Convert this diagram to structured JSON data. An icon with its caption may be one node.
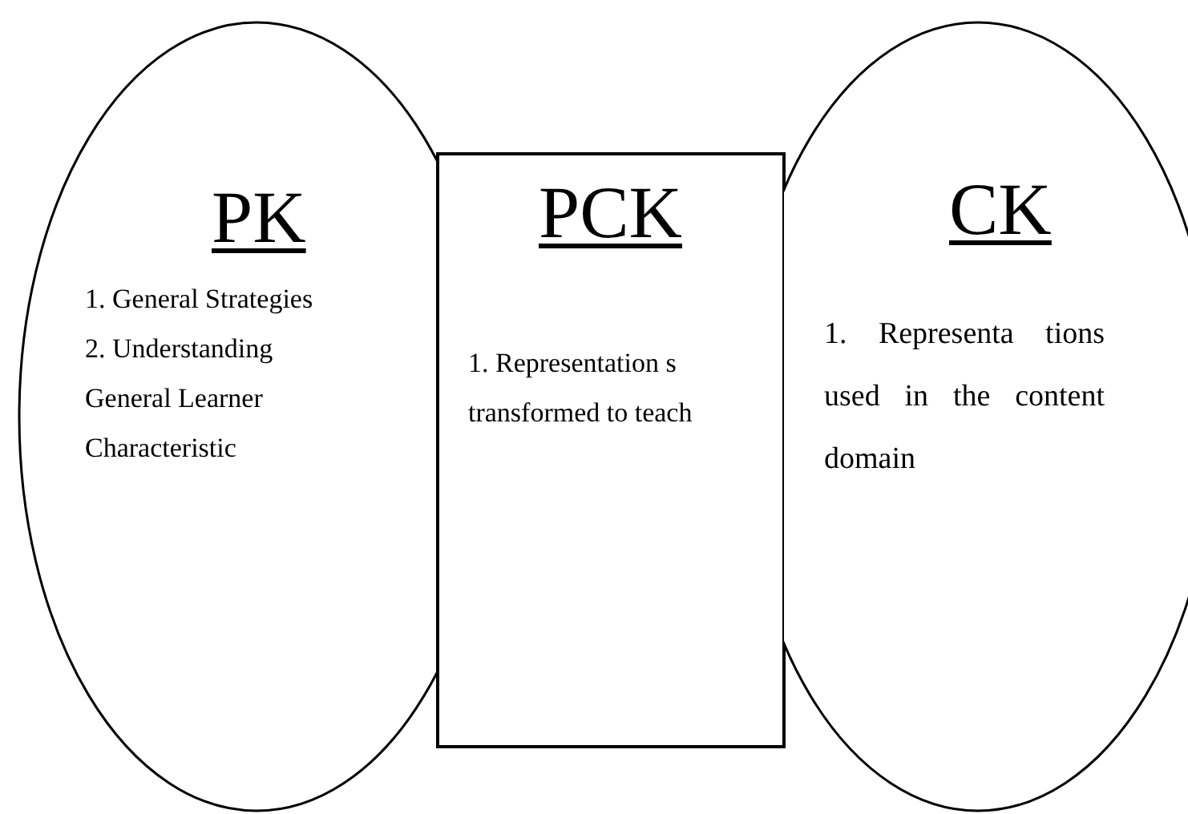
{
  "diagram": {
    "nodes": [
      {
        "text": [
          "PK",
          "1. General Strategies",
          "2. Understanding General Learner Characteristic"
        ]
      },
      {
        "text": [
          "PCK",
          "1. Representation s transformed to teach"
        ]
      },
      {
        "text": [
          "CK",
          "1. Representa tions used in the content domain"
        ]
      }
    ]
  }
}
